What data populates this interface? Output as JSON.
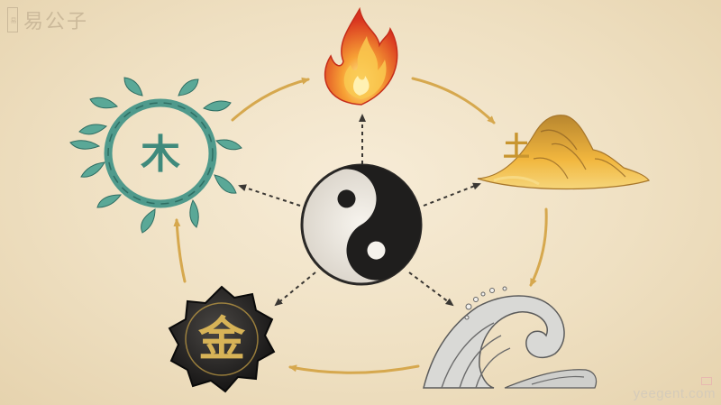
{
  "watermark": {
    "seal_text": "易",
    "name": "易公子"
  },
  "site_label": "yeegent.com",
  "elements": {
    "fire": "火",
    "earth": "土",
    "water": "水",
    "metal": "金",
    "wood": "木"
  },
  "colors": {
    "arrow_gold": "#d6a84e",
    "arrow_dark": "#3a3733",
    "wood_green": "#4f9a8c",
    "metal_gold": "#c9a246",
    "earth_gold": "#e0a23a",
    "fire_red": "#e2452a"
  }
}
